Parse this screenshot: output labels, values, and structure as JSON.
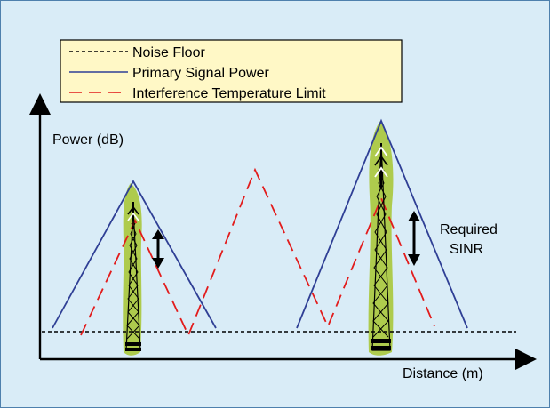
{
  "legend": {
    "items": [
      {
        "label": "Noise Floor",
        "style": "dotted",
        "color": "#000000"
      },
      {
        "label": "Primary Signal Power",
        "style": "solid",
        "color": "#2f3f95"
      },
      {
        "label": "Interference Temperature Limit",
        "style": "dashed",
        "color": "#e21c1c"
      }
    ],
    "background": "#fff8c6"
  },
  "axes": {
    "y_label": "Power (dB)",
    "x_label": "Distance (m)"
  },
  "annotation": {
    "line1": "Required",
    "line2": "SINR"
  },
  "colors": {
    "background": "#d9ecf7",
    "signal": "#2f3f95",
    "interference": "#e21c1c",
    "noise": "#000000",
    "coverage_glow": "#a8c83a"
  },
  "icons": [
    "transmitter-tower-icon",
    "double-arrow-icon"
  ]
}
